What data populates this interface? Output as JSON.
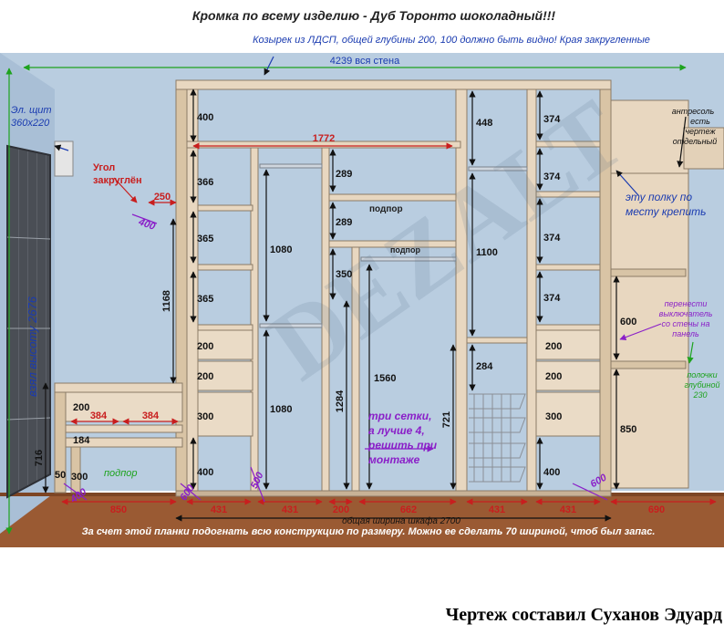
{
  "title": "Кромка по всему изделию - Дуб Торонто шоколадный!!!",
  "visor_note": "Козырек из ЛДСП, общей глубины 200, 100 должно быть видно! Края закругленные",
  "wall_width_label": "4239 вся стена",
  "height_label": "взял высоту 2676",
  "panel_label_line1": "Эл. щит",
  "panel_label_line2": "360x220",
  "corner_line1": "Угол",
  "corner_line2": "закруглён",
  "dims_black": {
    "d400_top_left": "400",
    "d366": "366",
    "d365a": "365",
    "d365b": "365",
    "d1168": "1168",
    "d200_dr1": "200",
    "d200_dr2": "200",
    "d300_dr3": "300",
    "d400_bot_left": "400",
    "d1080_top": "1080",
    "d1080_bot": "1080",
    "d289a": "289",
    "d289b": "289",
    "d350": "350",
    "d1284": "1284",
    "d1560": "1560",
    "d448": "448",
    "d1100": "1100",
    "d284": "284",
    "d721": "721",
    "d374a": "374",
    "d374b": "374",
    "d374c": "374",
    "d374d": "374",
    "d200_r1": "200",
    "d200_r2": "200",
    "d300_r3": "300",
    "d400_r4": "400",
    "d600": "600",
    "d850": "850",
    "desk_200": "200",
    "desk_184": "184",
    "desk_300": "300",
    "desk_716": "716",
    "desk_50": "50"
  },
  "dims_red": {
    "d1772": "1772",
    "d250": "250",
    "desk_384a": "384",
    "desk_384b": "384",
    "b850": "850",
    "b431a": "431",
    "b431b": "431",
    "b200": "200",
    "b662": "662",
    "b431c": "431",
    "b431d": "431",
    "b690": "690"
  },
  "dims_purple": {
    "p400_corner": "400",
    "p600_left": "600",
    "p500": "500",
    "p600_right": "600",
    "p400_desk": "400"
  },
  "podpor_1": "подпор",
  "podpor_2": "подпор",
  "podpor_desk": "подпор",
  "nets_note_line1": "три сетки,",
  "nets_note_line2": "а лучше 4,",
  "nets_note_line3": "решить при",
  "nets_note_line4": "монтаже",
  "shelf_fix_line1": "эту полку по",
  "shelf_fix_line2": "месту крепить",
  "antresol_line1": "антресоль",
  "antresol_line2": "есть",
  "antresol_line3": "чертеж",
  "antresol_line4": "отдельный",
  "switch_line1": "перенести",
  "switch_line2": "выключатель",
  "switch_line3": "со стены на",
  "switch_line4": "панель",
  "shelves_line1": "полочки",
  "shelves_line2": "глубиной",
  "shelves_line3": "230",
  "total_width_label": "общая ширина шкафа 2700",
  "bottom_note": "За счет этой планки подогнать всю конструкцию по размеру. Можно ее сделать 70 шириной, чтоб был запас.",
  "watermark": "DEZALT",
  "author": "Чертеж составил Суханов Эдуард",
  "colors": {
    "wall": "#b9cde0",
    "panel": "#e8d7c0",
    "panel_edge": "#8b7b66",
    "floor": "#9a5a33",
    "dim_red": "#c81e1e",
    "dim_green": "#1ea31e",
    "note_blue": "#1a3bb0",
    "note_purple": "#8a1fc8"
  }
}
